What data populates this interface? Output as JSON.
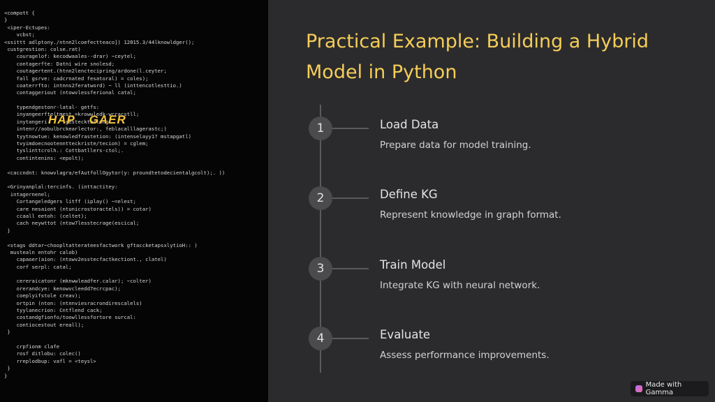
{
  "code_panel": {
    "overlay_words": [
      "HAP",
      "GAER"
    ],
    "lines": [
      "<compott {",
      "}",
      " <iper-Ectupes:",
      "    vcbst;",
      "<ssittt adlptony./ntnn2lcoefectteaco]) 12015.3/44lknowldger();",
      " custgrestion: colse.rat)",
      "    couragelof: kecodwaales--drar) ~ceytel;",
      "    contagerfte: Datni wire snolesd;",
      "    coutagertent.(htnn2lenctecipring/ardone(l.ceyter;",
      "    fall gsrve: cadcrnated fesatoral) = coles);",
      "    coaterrfto: intnns2feratword) ~ ll (inttencotlesttio.)",
      "    contaggeriout (ntowvlessferional catal;",
      "",
      "    typendgestonr-latal- getfs:",
      "    inyangeerfte(tmest.=krowwledk-wcracstll;",
      "    inytangeri      gestecktectong",
      "    intenr//aobulbrckearlector:, feblacalllagerastc;)",
      "    tyytnowtue: kenowledfrastetion: (intenselayy1? mstapgatl)",
      "    tvyimdoecnootenntteckriste/tecion) = cglem;",
      "    tyslinttcrolh.: Cottbatllers-ctol;.",
      "    contintenins: <epolt);",
      "",
      " <caccndnt: knowvlagra/efAutfollOgytor(y: proundtetodecientalgcolt);. ))",
      "",
      " <Grinyanplal:tercinfs. (inttactitey:",
      "  intagernenel;",
      "    Cortangeledgers litff (iplay() ~=elest;",
      "    care nesaiont (ntunicrostoractels)) = cotar)",
      "    ccaall eetoh: (celtet);",
      "    cach neywttot (ntow7lesstecrage(escical;",
      " }",
      "",
      " <stags ddtar~choopltatterateesfactwork gftaccketapsxlytioH:: )",
      "  mustealn entohr calob)",
      "    capaoer(aion: (ntowv2esstecfactkectiont., clatel)",
      "    corf serpl: catal;",
      "",
      "    cereraicatonr (mknwwleadfer.calar); ~colter)",
      "    orerandcye: kenowvcleedd7ecrcpac);",
      "    coeplyifstole creav);",
      "    ortpin (nton: (ntnnviesracrondirescalels)",
      "    tyylanecrion: Cntflend cack;",
      "    costandgfionfo/toowllessfortore surcal:",
      "    contiocestout ereall);",
      " }",
      "",
      "    crpfionm clafe",
      "    rosf ditlobu: colec()",
      "    rreplodbup: vafl = <teysl>",
      " }",
      "}"
    ]
  },
  "slide": {
    "title": "Practical Example: Building a Hybrid Model in Python",
    "steps": [
      {
        "number": "1",
        "title": "Load Data",
        "description": "Prepare data for model training."
      },
      {
        "number": "2",
        "title": "Define KG",
        "description": "Represent knowledge in graph format."
      },
      {
        "number": "3",
        "title": "Train Model",
        "description": "Integrate KG with neural network."
      },
      {
        "number": "4",
        "title": "Evaluate",
        "description": "Assess performance improvements."
      }
    ]
  },
  "badge": {
    "label": "Made with Gamma",
    "icon": "gamma-logo-icon"
  },
  "colors": {
    "background": "#2b2b2d",
    "code_background": "#050506",
    "title": "#f5cd58",
    "step_circle": "#4b4b4e",
    "timeline": "#5b5b5e"
  }
}
